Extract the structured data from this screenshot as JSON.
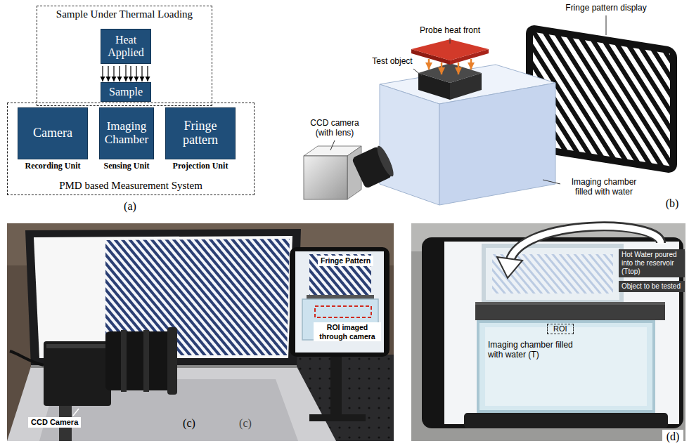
{
  "diagram": {
    "nodes": [
      {
        "text": [
          "Sample Under Thermal Loading"
        ]
      },
      {
        "text": [
          "Heat Applied"
        ],
        "in": 0
      },
      {
        "text": [
          "Sample"
        ],
        "in": 0
      },
      {
        "text": [
          "PMD based Measurement System"
        ]
      },
      {
        "text": [
          "Camera",
          "Recording Unit"
        ],
        "in": 3
      },
      {
        "text": [
          "Imaging Chamber",
          "Sensing Unit"
        ],
        "in": 3
      },
      {
        "text": [
          "Fringe pattern",
          "Projection Unit"
        ],
        "in": 3
      }
    ],
    "edges": [
      {
        "from": 1,
        "to": 2,
        "arrow": "to"
      }
    ],
    "labels": [
      "(a)",
      "Probe heat front",
      "Fringe pattern display",
      "Test object",
      "CCD camera (with lens)",
      "Imaging chamber filled with water",
      "(b)",
      "Fringe Pattern",
      "ROI imaged through camera",
      "CCD Camera",
      "(c)",
      "(c)",
      "Hot Water poured into the reservoir (Ttop)",
      "Object to be tested",
      "ROI",
      "Imaging chamber filled with water (T)",
      "(d)"
    ]
  }
}
